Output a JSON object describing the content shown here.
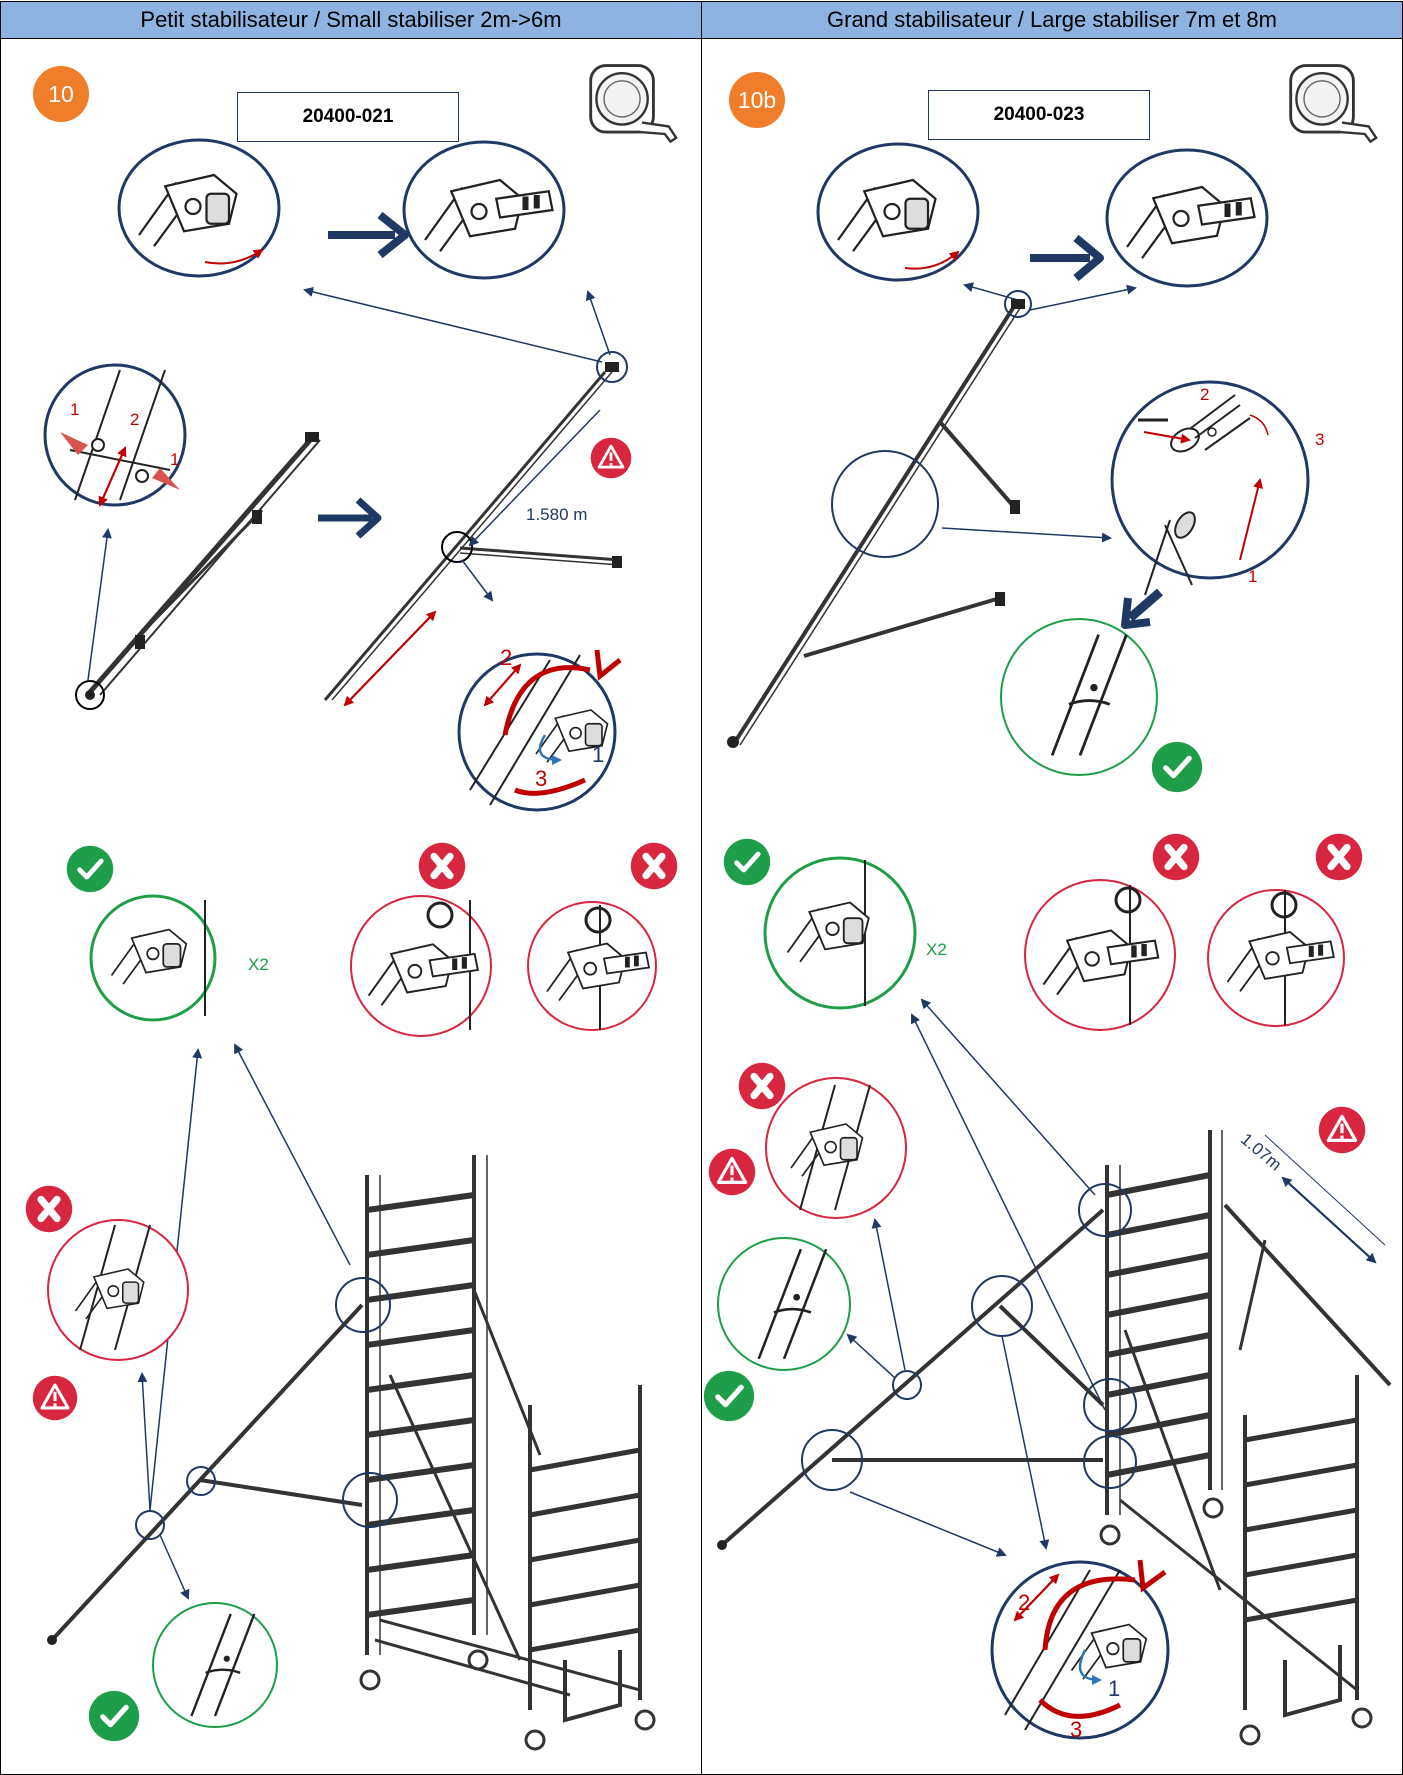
{
  "headers": {
    "left": "Petit stabilisateur / Small stabiliser 2m->6m",
    "right": "Grand stabilisateur / Large stabiliser 7m et 8m"
  },
  "left_panel": {
    "step": "10",
    "part_number": "20400-021",
    "measure": "1.580 m",
    "multiplier": "X2",
    "labels": {
      "one_a": "1",
      "two": "2",
      "one_b": "1",
      "rot_2": "2",
      "rot_1": "1",
      "rot_3": "3"
    }
  },
  "right_panel": {
    "step": "10b",
    "part_number": "20400-023",
    "measure": "1.07m",
    "multiplier": "X2",
    "labels": {
      "pin_2": "2",
      "pin_3": "3",
      "pin_1": "1",
      "rot_2": "2",
      "rot_1": "1",
      "rot_3": "3"
    }
  },
  "colors": {
    "header_bg": "#8db3e2",
    "step_badge": "#ef7d2a",
    "navy": "#1f3864",
    "ok_green": "#1e9e48",
    "bad_red": "#d7263d",
    "arrow_red": "#c00000",
    "blue": "#2e75b6"
  },
  "icons": [
    "tape-measure-icon",
    "warning-icon",
    "check-icon",
    "cross-icon",
    "arrow-right-icon"
  ]
}
